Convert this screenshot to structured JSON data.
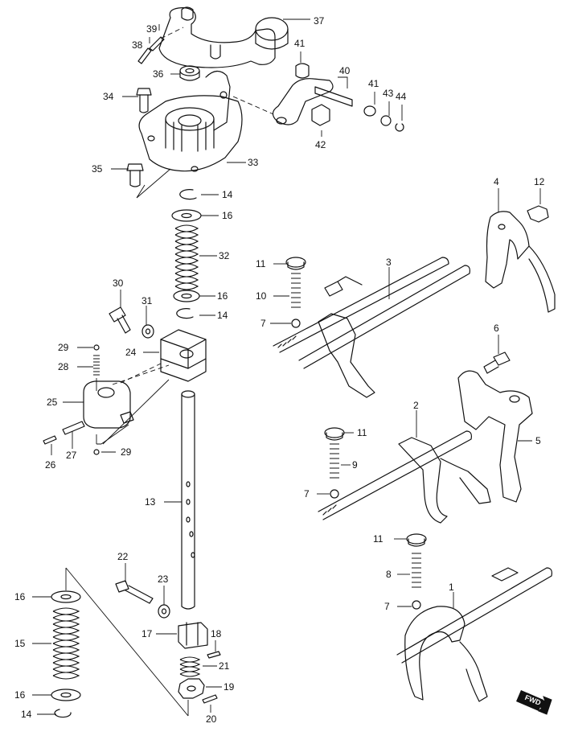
{
  "diagram": {
    "callouts": [
      "37",
      "38",
      "39",
      "36",
      "41",
      "40",
      "34",
      "41",
      "43",
      "44",
      "42",
      "35",
      "33",
      "14",
      "16",
      "12",
      "4",
      "32",
      "3",
      "11",
      "10",
      "30",
      "31",
      "16",
      "14",
      "7",
      "6",
      "29",
      "28",
      "24",
      "25",
      "26",
      "27",
      "29",
      "2",
      "11",
      "9",
      "5",
      "7",
      "13",
      "11",
      "8",
      "22",
      "23",
      "7",
      "1",
      "16",
      "15",
      "17",
      "18",
      "21",
      "19",
      "16",
      "14",
      "20"
    ],
    "fwd_label": "FWD"
  }
}
